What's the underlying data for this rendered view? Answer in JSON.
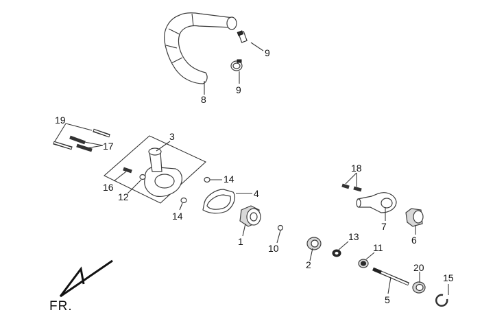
{
  "diagram": {
    "type": "exploded-parts-diagram",
    "subject": "water pump assembly",
    "direction_marker": "FR.",
    "callouts": [
      {
        "id": "c1",
        "label": "1"
      },
      {
        "id": "c2",
        "label": "2"
      },
      {
        "id": "c3",
        "label": "3"
      },
      {
        "id": "c4",
        "label": "4"
      },
      {
        "id": "c5",
        "label": "5"
      },
      {
        "id": "c6",
        "label": "6"
      },
      {
        "id": "c7",
        "label": "7"
      },
      {
        "id": "c8",
        "label": "8"
      },
      {
        "id": "c9a",
        "label": "9"
      },
      {
        "id": "c9b",
        "label": "9"
      },
      {
        "id": "c10",
        "label": "10"
      },
      {
        "id": "c11",
        "label": "11"
      },
      {
        "id": "c12",
        "label": "12"
      },
      {
        "id": "c13",
        "label": "13"
      },
      {
        "id": "c14a",
        "label": "14"
      },
      {
        "id": "c14b",
        "label": "14"
      },
      {
        "id": "c15",
        "label": "15"
      },
      {
        "id": "c16",
        "label": "16"
      },
      {
        "id": "c17",
        "label": "17"
      },
      {
        "id": "c18",
        "label": "18"
      },
      {
        "id": "c19",
        "label": "19"
      },
      {
        "id": "c20",
        "label": "20"
      }
    ]
  }
}
